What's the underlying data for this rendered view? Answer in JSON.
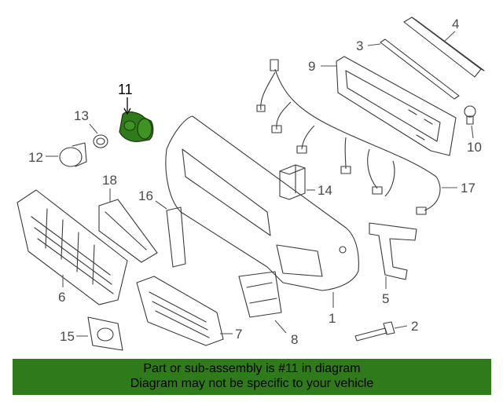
{
  "callouts": {
    "c1": "1",
    "c2": "2",
    "c3": "3",
    "c4": "4",
    "c5": "5",
    "c6": "6",
    "c7": "7",
    "c8": "8",
    "c9": "9",
    "c10": "10",
    "c11": "11",
    "c12": "12",
    "c13": "13",
    "c14": "14",
    "c15": "15",
    "c16": "16",
    "c17": "17",
    "c18": "18"
  },
  "highlight_color": "#2f7a1a",
  "banner": {
    "line1": "Part or sub-assembly is #11 in diagram",
    "line2": "Diagram may not be specific to your vehicle"
  }
}
